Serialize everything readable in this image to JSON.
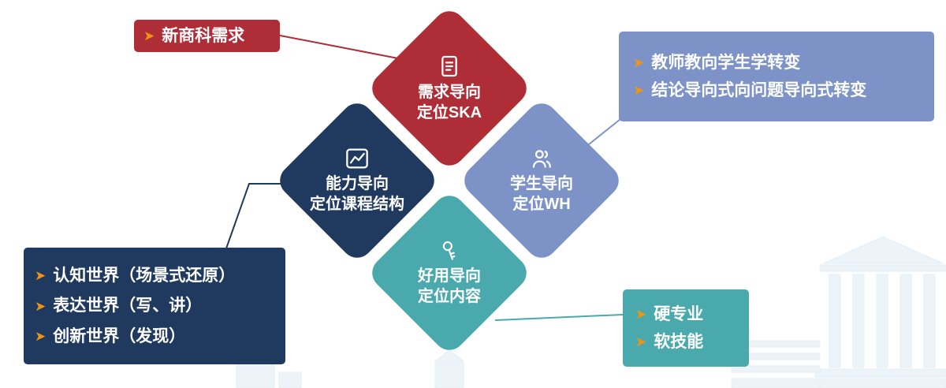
{
  "diagram": {
    "bullet": "➤",
    "colors": {
      "demand": "#ae2d37",
      "ability": "#1f3a5e",
      "student": "#7d93c8",
      "usable": "#4aa9ad",
      "arrow": "#ef9413"
    },
    "nodes": {
      "demand": {
        "line1": "需求导向",
        "line2": "定位SKA",
        "icon": "document-icon"
      },
      "ability": {
        "line1": "能力导向",
        "line2": "定位课程结构",
        "icon": "line-chart-icon"
      },
      "student": {
        "line1": "学生导向",
        "line2": "定位WH",
        "icon": "people-icon"
      },
      "usable": {
        "line1": "好用导向",
        "line2": "定位内容",
        "icon": "key-icon"
      }
    },
    "callouts": {
      "demand": {
        "items": [
          "新商科需求"
        ]
      },
      "student": {
        "items": [
          "教师教向学生学转变",
          "结论导向式向问题导向式转变"
        ]
      },
      "ability": {
        "items": [
          "认知世界（场景式还原）",
          "表达世界（写、讲）",
          "创新世界（发现）"
        ]
      },
      "usable": {
        "items": [
          "硬专业",
          "软技能"
        ]
      }
    }
  }
}
